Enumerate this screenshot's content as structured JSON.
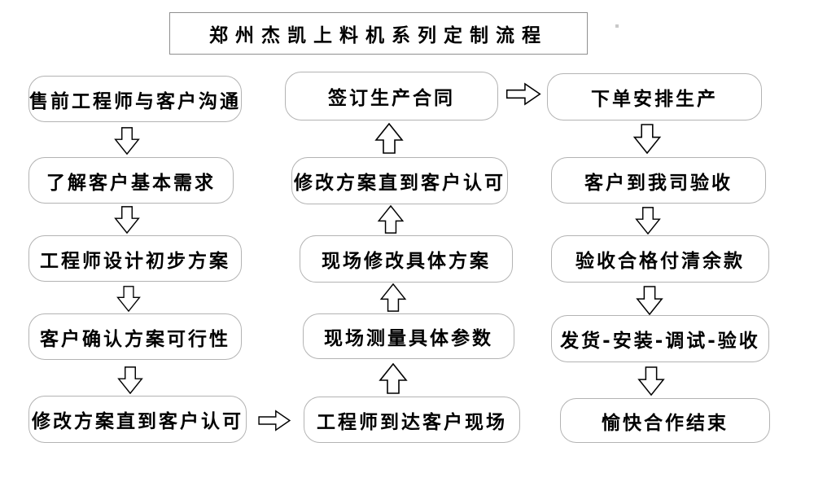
{
  "title": "郑州杰凯上料机系列定制流程",
  "flow": {
    "left": [
      {
        "label": "售前工程师与客户沟通"
      },
      {
        "label": "了解客户基本需求"
      },
      {
        "label": "工程师设计初步方案"
      },
      {
        "label": "客户确认方案可行性"
      },
      {
        "label": "修改方案直到客户认可"
      }
    ],
    "middle": [
      {
        "label": "签订生产合同"
      },
      {
        "label": "修改方案直到客户认可"
      },
      {
        "label": "现场修改具体方案"
      },
      {
        "label": "现场测量具体参数"
      },
      {
        "label": "工程师到达客户现场"
      }
    ],
    "right": [
      {
        "label": "下单安排生产"
      },
      {
        "label": "客户到我司验收"
      },
      {
        "label": "验收合格付清余款"
      },
      {
        "label": "发货-安装-调试-验收"
      },
      {
        "label": "愉快合作结束"
      }
    ]
  },
  "icons": {
    "down_arrow": "hollow-block-arrow-down",
    "up_arrow": "hollow-block-arrow-up",
    "right_arrow": "hollow-block-arrow-right"
  },
  "colors": {
    "background": "#ffffff",
    "node_border": "#b3b3b3",
    "title_border": "#8f8f8f",
    "text": "#000000",
    "arrow_outline": "#000000",
    "arrow_fill": "#ffffff"
  }
}
